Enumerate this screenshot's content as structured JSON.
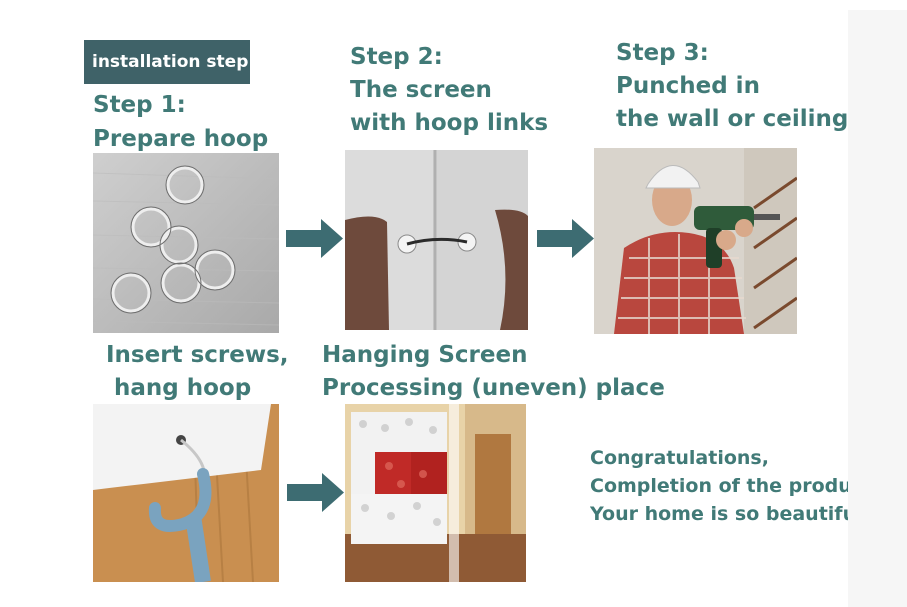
{
  "badge": "installation step",
  "steps": [
    {
      "lines": [
        "Step 1:",
        "Prepare hoop"
      ]
    },
    {
      "lines": [
        "Step 2:",
        "The screen",
        "with hoop links"
      ]
    },
    {
      "lines": [
        "Step 3:",
        "Punched in",
        "the wall or ceiling"
      ]
    },
    {
      "lines": [
        "Insert screws,",
        "hang hoop"
      ]
    },
    {
      "lines": [
        "Hanging Screen",
        "Processing (uneven) place"
      ]
    }
  ],
  "closing": [
    "Congratulations,",
    "Completion of the production",
    "Your home is so beautiful"
  ],
  "colors": {
    "heading": "#417a77",
    "badge_bg": "#3f6268",
    "arrow": "#3d6c72"
  }
}
